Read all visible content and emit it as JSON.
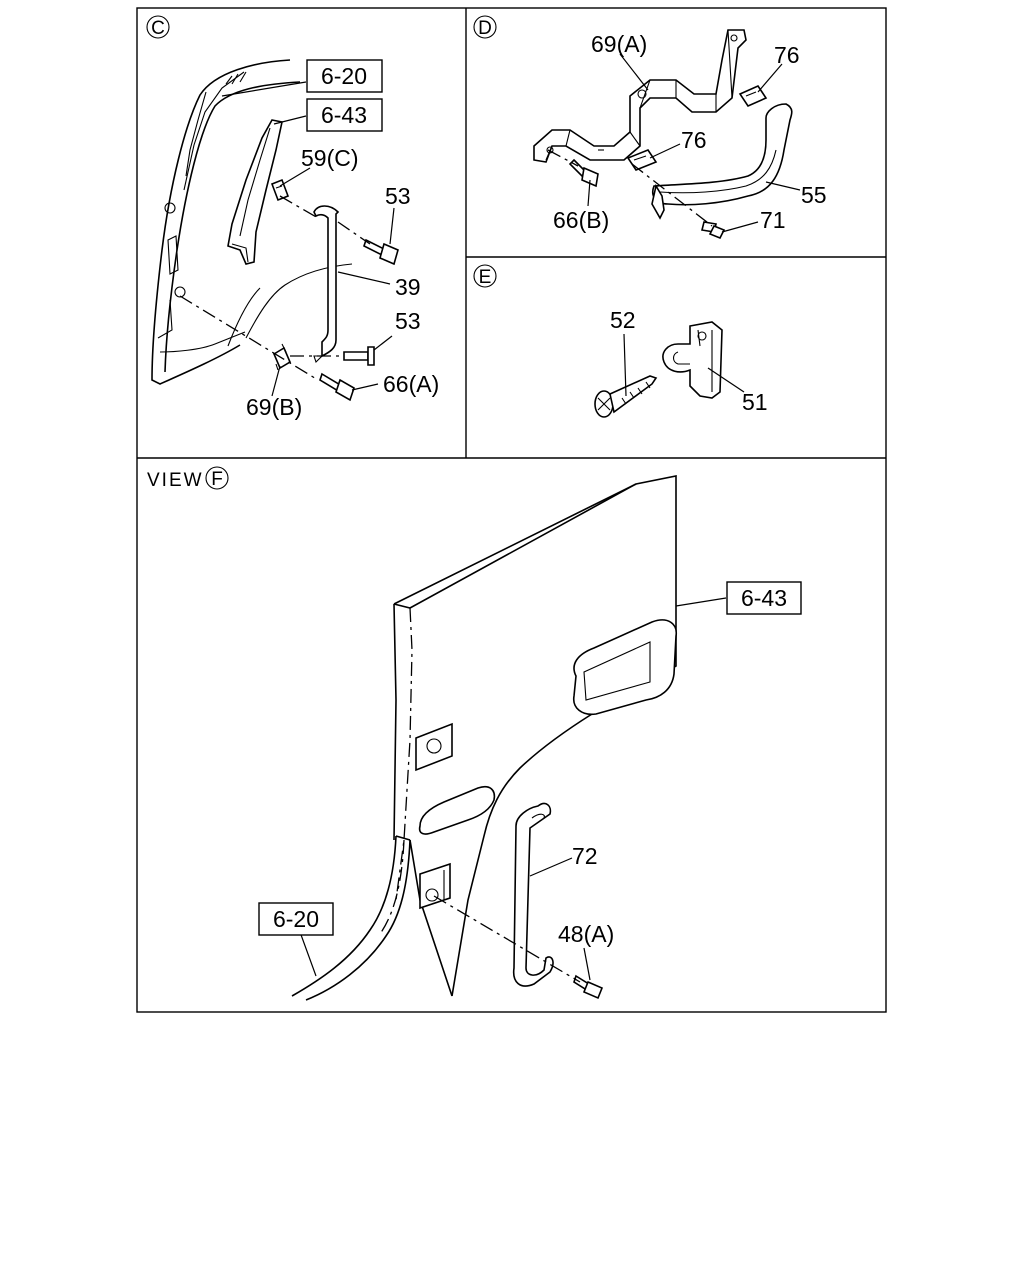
{
  "panels": {
    "c": {
      "letter": "C"
    },
    "d": {
      "letter": "D"
    },
    "e": {
      "letter": "E"
    },
    "f": {
      "view_word": "VIEW",
      "letter": "F"
    }
  },
  "callouts": {
    "c_6_20": "6-20",
    "c_6_43": "6-43",
    "c_59c": "59(C)",
    "c_53_top": "53",
    "c_39": "39",
    "c_53_mid": "53",
    "c_66a": "66(A)",
    "c_69b": "69(B)",
    "d_69a": "69(A)",
    "d_76_top": "76",
    "d_76_mid": "76",
    "d_55": "55",
    "d_66b": "66(B)",
    "d_71": "71",
    "e_52": "52",
    "e_51": "51",
    "f_6_43": "6-43",
    "f_72": "72",
    "f_6_20": "6-20",
    "f_48a": "48(A)"
  }
}
